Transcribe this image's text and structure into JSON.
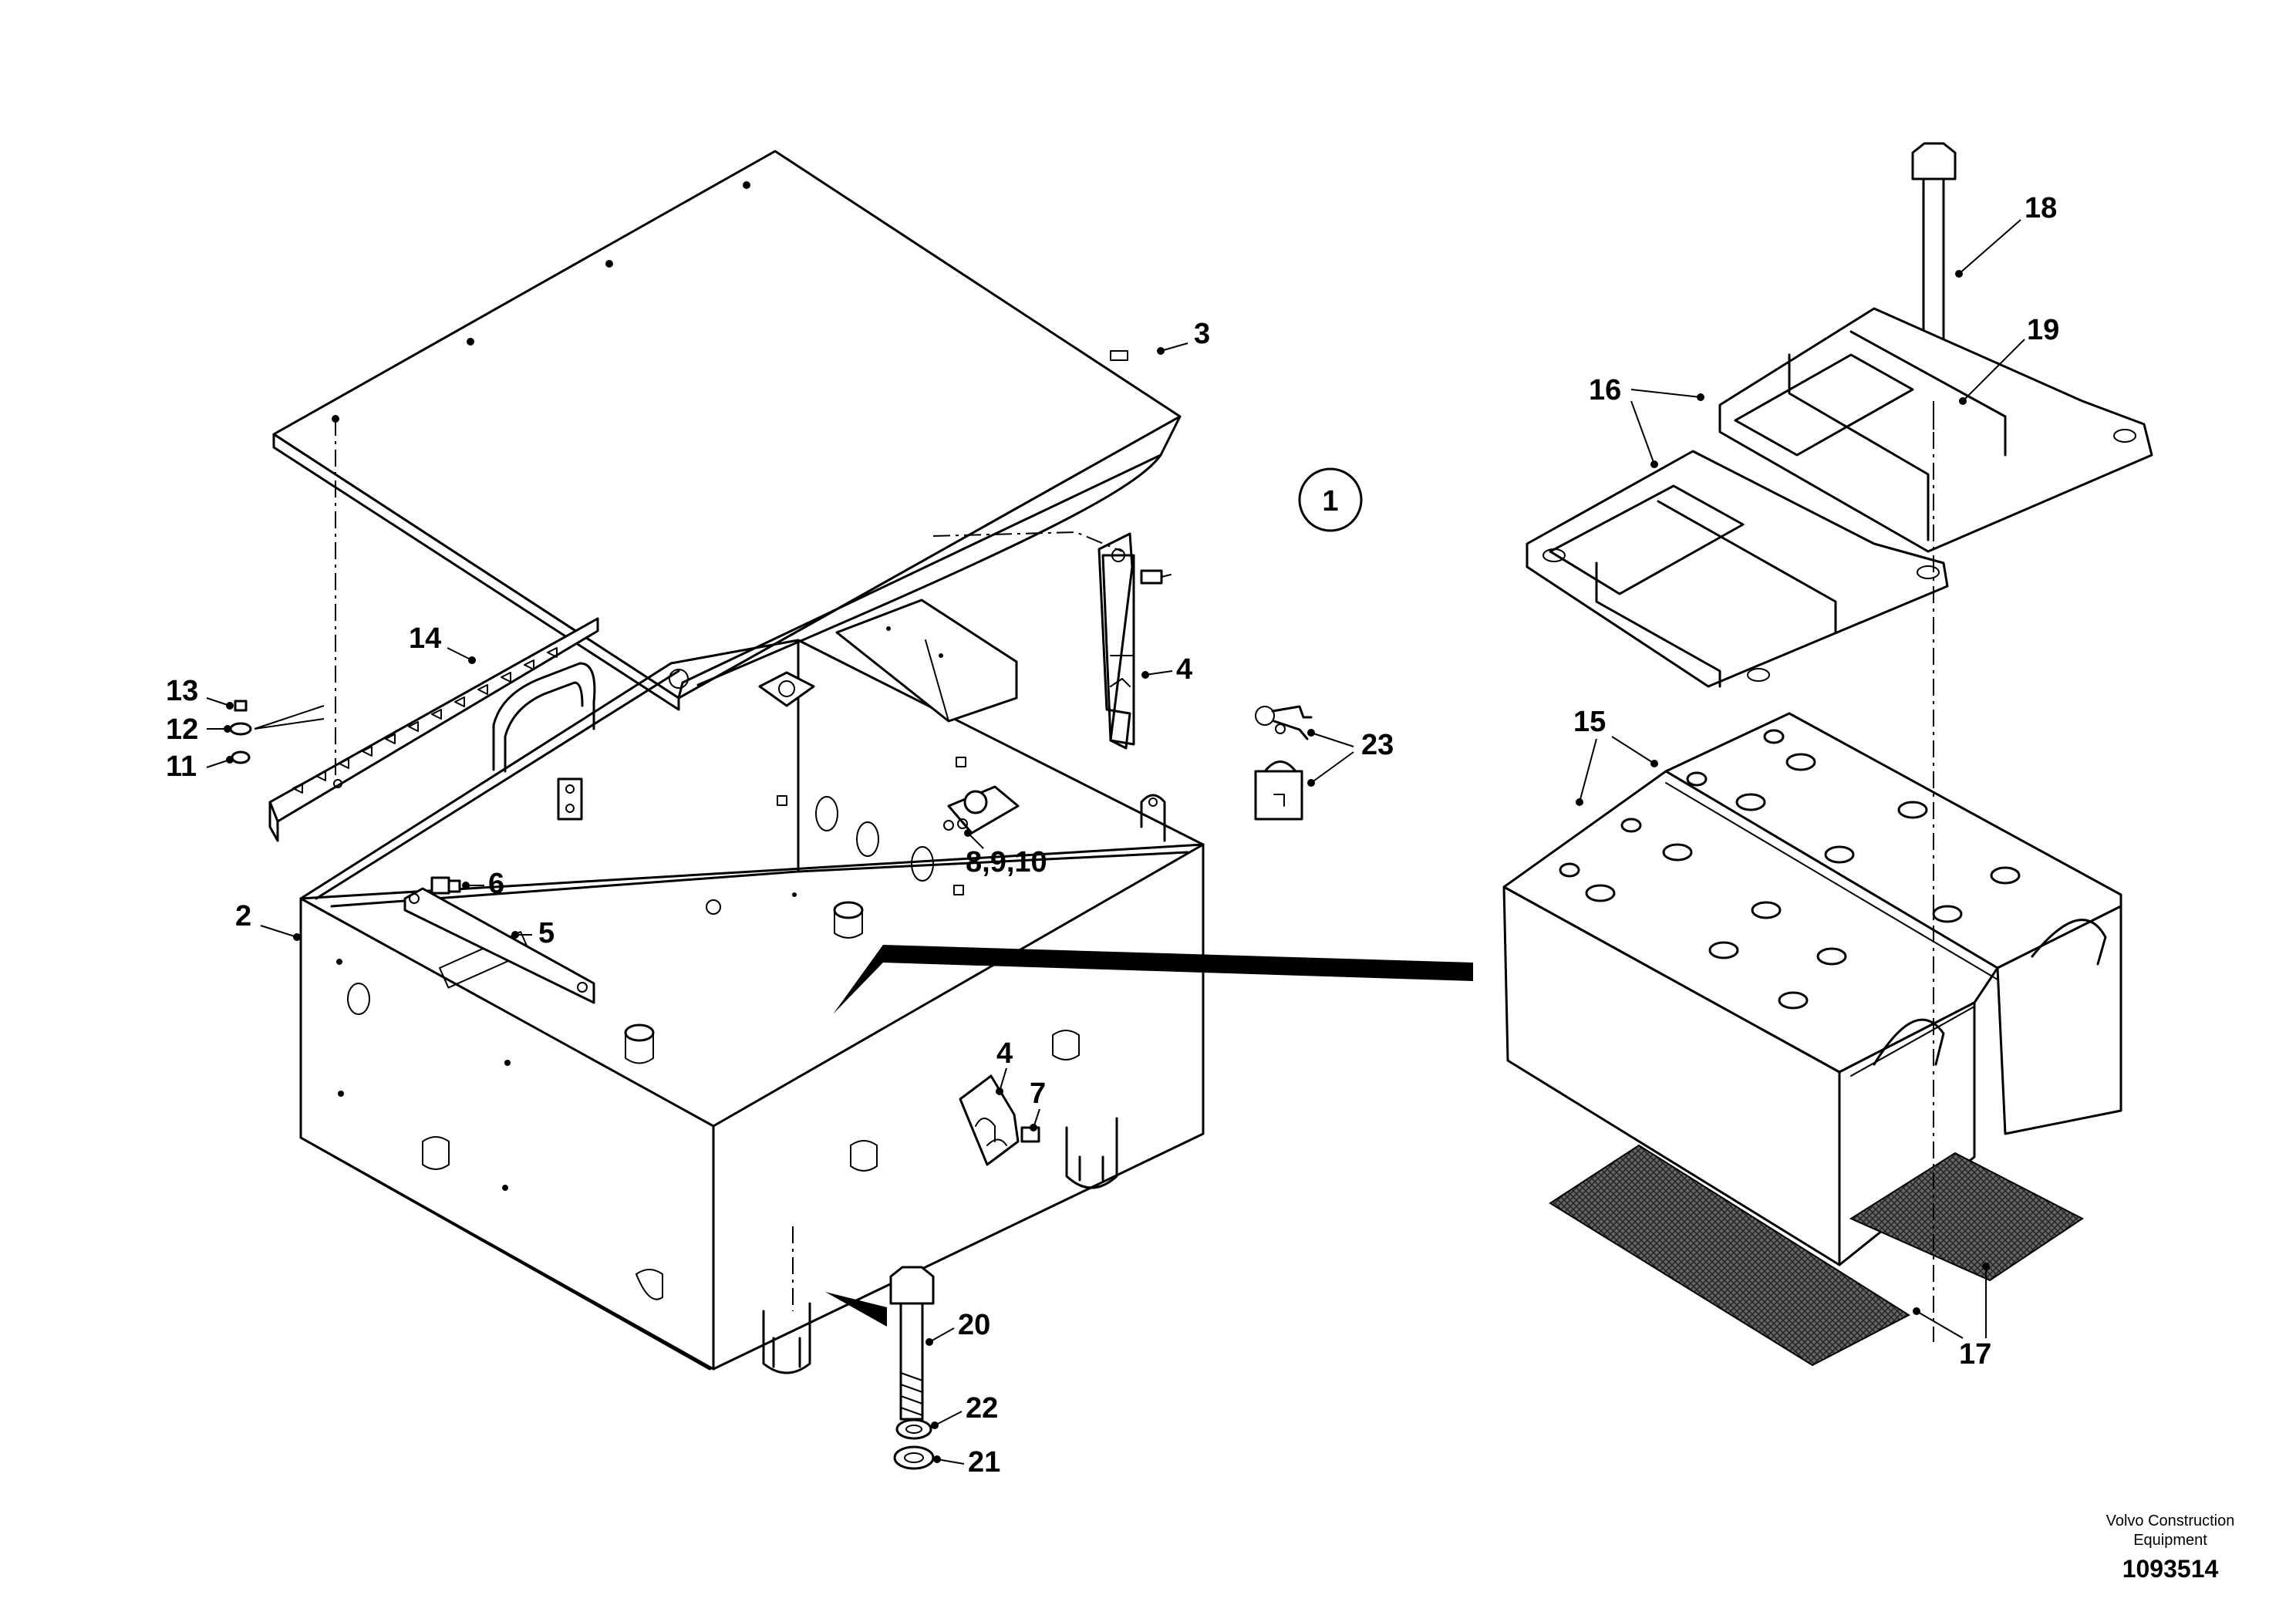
{
  "callouts": {
    "c1": "1",
    "c2": "2",
    "c3": "3",
    "c4a": "4",
    "c4b": "4",
    "c5": "5",
    "c6": "6",
    "c7": "7",
    "c8910": "8,9,10",
    "c11": "11",
    "c12": "12",
    "c13": "13",
    "c14": "14",
    "c15": "15",
    "c16": "16",
    "c17": "17",
    "c18": "18",
    "c19": "19",
    "c20": "20",
    "c21": "21",
    "c22": "22",
    "c23": "23"
  },
  "brand": {
    "line1": "Volvo Construction",
    "line2": "Equipment"
  },
  "document_number": "1093514"
}
